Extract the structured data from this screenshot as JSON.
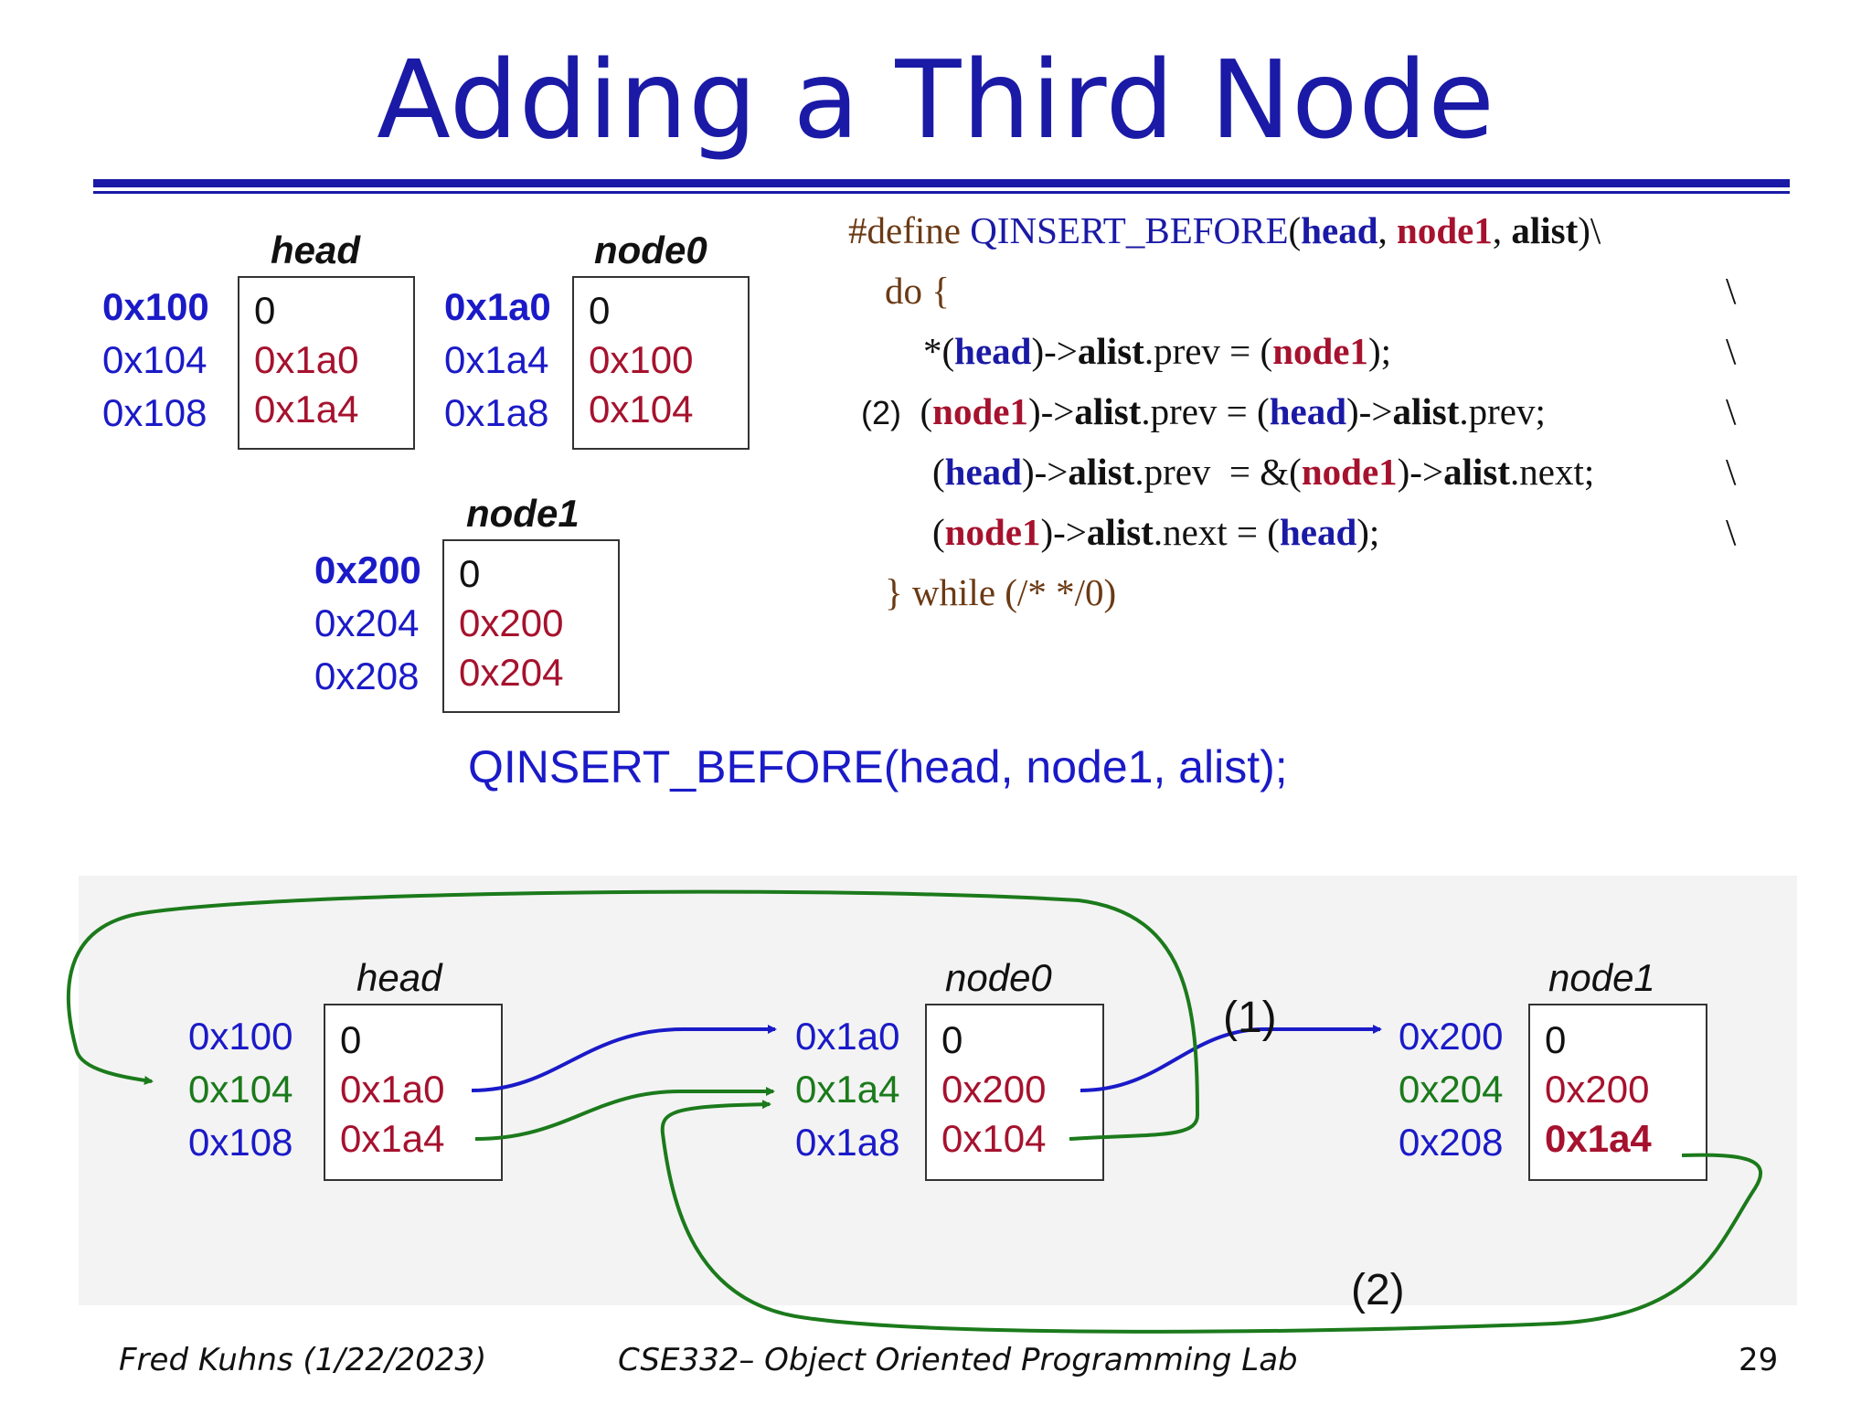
{
  "title": "Adding a Third Node",
  "top": {
    "head": {
      "label": "head",
      "addrs": [
        "0x100",
        "0x104",
        "0x108"
      ],
      "vals": [
        "0",
        "0x1a0",
        "0x1a4"
      ]
    },
    "node0": {
      "label": "node0",
      "addrs": [
        "0x1a0",
        "0x1a4",
        "0x1a8"
      ],
      "vals": [
        "0",
        "0x100",
        "0x104"
      ]
    },
    "node1": {
      "label": "node1",
      "addrs": [
        "0x200",
        "0x204",
        "0x208"
      ],
      "vals": [
        "0",
        "0x200",
        "0x204"
      ]
    }
  },
  "code": {
    "define": "#define",
    "macro": "QINSERT_BEFORE",
    "head": "head",
    "node1": "node1",
    "alist": "alist",
    "do": "do {",
    "line1_star": "*(",
    "prev": ".prev",
    "next": ".next",
    "arrow": ")->",
    "step2": "(2)",
    "while": "} while (/* */0)",
    "backslash": "\\"
  },
  "call": "QINSERT_BEFORE(head, node1, alist);",
  "bottom": {
    "head": {
      "label": "head",
      "addrs": [
        "0x100",
        "0x104",
        "0x108"
      ],
      "vals": [
        "0",
        "0x1a0",
        "0x1a4"
      ]
    },
    "node0": {
      "label": "node0",
      "addrs": [
        "0x1a0",
        "0x1a4",
        "0x1a8"
      ],
      "vals": [
        "0",
        "0x200",
        "0x104"
      ]
    },
    "node1": {
      "label": "node1",
      "addrs": [
        "0x200",
        "0x204",
        "0x208"
      ],
      "vals": [
        "0",
        "0x200",
        "0x1a4"
      ]
    },
    "step1": "(1)",
    "step2": "(2)"
  },
  "footer": {
    "author": "Fred Kuhns (1/22/2023)",
    "course": "CSE332– Object Oriented Programming Lab",
    "page": "29"
  },
  "colors": {
    "blue": "#1a1ac8",
    "green": "#1b7a1b",
    "red": "#a6122e",
    "title": "#1a1aa6"
  }
}
